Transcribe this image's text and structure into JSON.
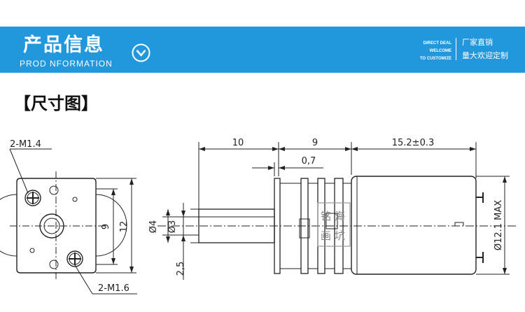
{
  "header": {
    "title": "产品信息",
    "subtitle": "PROD NFORMATION",
    "tagline": [
      "DIRECT DEAL",
      "WELCOME",
      "TO CUSTOMIZE"
    ],
    "slogan": [
      "厂家直销",
      "量大欢迎定制"
    ]
  },
  "section": {
    "title": "【尺寸图】"
  },
  "drawing": {
    "front_view": {
      "hole_top_label": "2-M1.4",
      "hole_bottom_label": "2-M1.6",
      "dim_inner": "9",
      "dim_outer": "12"
    },
    "side_view": {
      "dim_shaft_length": "10",
      "dim_gearbox": "9",
      "dim_motor": "15.2±0.3",
      "dim_plate": "0,7",
      "dim_shaft_dia": "Ø4",
      "dim_flat": "Ø3",
      "dim_flat_offset": "2,5",
      "dim_motor_dia": "Ø12.1 MAX"
    },
    "stamp": [
      "铭",
      "海",
      "画",
      "坑"
    ]
  },
  "colors": {
    "banner": "#2397dc",
    "line": "#222222"
  }
}
